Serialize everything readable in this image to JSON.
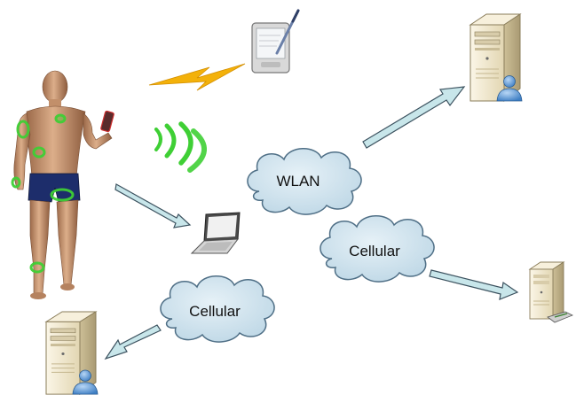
{
  "clouds": {
    "wlan": {
      "label": "WLAN"
    },
    "cellular_right": {
      "label": "Cellular"
    },
    "cellular_left": {
      "label": "Cellular"
    }
  },
  "icons": {
    "person": "person-with-body-sensors-icon",
    "pda": "pda-with-stylus-icon",
    "lightning": "lightning-bolt-icon",
    "wireless": "wireless-signal-icon",
    "laptop": "laptop-icon",
    "server": "server-with-user-icon",
    "server_drive": "server-with-drive-icon"
  },
  "colors": {
    "cloud_fill": "#cfe3ee",
    "cloud_stroke": "#4f6f86",
    "arrow_fill": "#c8e6ea",
    "arrow_stroke": "#3d5360",
    "lightning": "#f3b10a",
    "sensor": "#3fcf35",
    "skin": "#d3a07a",
    "shorts": "#1d2d6b",
    "server_body": "#efe6cc"
  }
}
